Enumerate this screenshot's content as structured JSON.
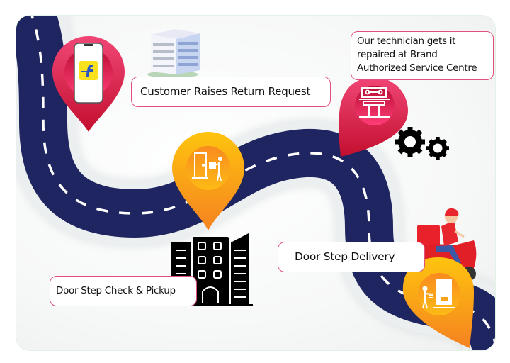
{
  "diagram": {
    "title": "Return & Repair Journey",
    "colors": {
      "road": "#1f2560",
      "road_edge": "#e8eced",
      "lane_dash": "#ffffff",
      "pin_red": "#e0164d",
      "pin_orange": "#f9a11b",
      "label_border": "#e0507a",
      "card_border": "#e3f0e6"
    },
    "steps": [
      {
        "id": "step-request",
        "label": "Customer Raises Return Request",
        "pin": "red",
        "icon": "phone-app-icon"
      },
      {
        "id": "step-pickup",
        "label": "Door Step Check & Pickup",
        "pin": "orange",
        "icon": "door-pickup-icon"
      },
      {
        "id": "step-repair",
        "label": "Our technician gets it repaired at Brand Authorized Service Centre",
        "pin": "red",
        "icon": "service-centre-icon"
      },
      {
        "id": "step-delivery",
        "label": "Door Step Delivery",
        "pin": "orange",
        "icon": "door-delivery-icon"
      }
    ],
    "decorations": [
      "office-building-icon",
      "apartment-building-icon",
      "gears-icon",
      "delivery-scooter-icon"
    ]
  }
}
